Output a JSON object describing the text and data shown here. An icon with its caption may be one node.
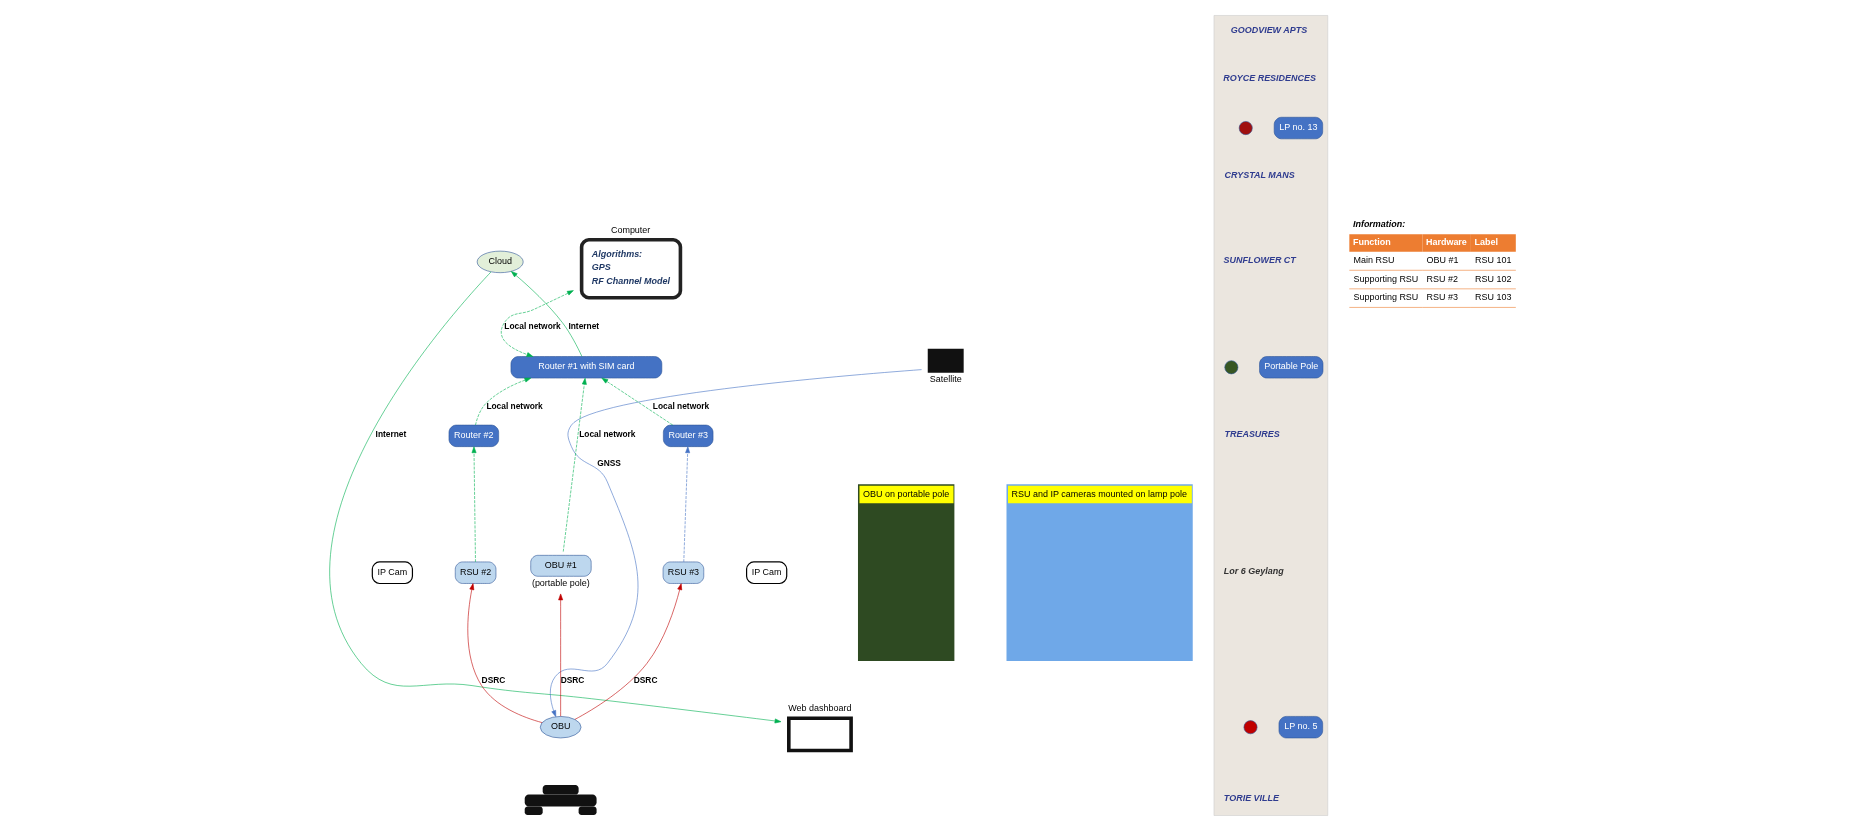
{
  "diagram": {
    "nodes": [
      {
        "text": [
          "Computer",
          "Algorithms:",
          "GPS",
          "RF Channel Model"
        ]
      },
      {
        "text": [
          "Cloud"
        ]
      },
      {
        "text": [
          "Satellite"
        ]
      },
      {
        "text": [
          "Router #1 with SIM card"
        ]
      },
      {
        "text": [
          "Router #2"
        ]
      },
      {
        "text": [
          "OBU #1"
        ],
        "beside": [
          "(portable pole)"
        ]
      },
      {
        "text": [
          "Router #3"
        ]
      },
      {
        "text": [
          "RSU #2"
        ]
      },
      {
        "text": [
          "IP Cam"
        ]
      },
      {
        "text": [
          "RSU #3"
        ]
      },
      {
        "text": [
          "IP Cam"
        ]
      },
      {
        "text": [
          "OBU"
        ]
      },
      {
        "text": [
          "Web dashboard"
        ]
      },
      {
        "text": [],
        "shape": "picture"
      },
      {
        "text": [
          "OBU on portable pole"
        ]
      },
      {
        "text": [
          "RSU and IP cameras mounted on lamp pole"
        ]
      },
      {
        "text": [],
        "shape": "picture"
      },
      {
        "text": [],
        "shape": "circle",
        "in": 16
      },
      {
        "text": [],
        "shape": "circle",
        "in": 16
      },
      {
        "text": [],
        "shape": "circle",
        "in": 16
      },
      {
        "text": [
          "LP no. 13"
        ],
        "in": 16
      },
      {
        "text": [
          "Portable Pole"
        ],
        "in": 16
      },
      {
        "text": [
          "LP no. 5"
        ],
        "in": 16
      }
    ],
    "edges": [
      {
        "from": 0,
        "to": 3,
        "arrow": "both",
        "style": "dashed",
        "label": "Local network"
      },
      {
        "from": 3,
        "to": 1,
        "arrow": "to",
        "label": "Internet"
      },
      {
        "from": 1,
        "to": 12,
        "arrow": "to",
        "label": "Internet"
      },
      {
        "from": 4,
        "to": 3,
        "arrow": "to",
        "style": "dashed",
        "label": "Local network"
      },
      {
        "from": 5,
        "to": 3,
        "arrow": "to",
        "style": "dashed",
        "label": "Local network"
      },
      {
        "from": 6,
        "to": 3,
        "arrow": "to",
        "style": "dashed",
        "label": "Local network"
      },
      {
        "from": 7,
        "to": 4,
        "arrow": "to",
        "style": "dashed"
      },
      {
        "from": 9,
        "to": 6,
        "arrow": "to",
        "style": "dashed",
        "color": "#4472c4"
      },
      {
        "from": 2,
        "to": 11,
        "arrow": "to",
        "label": "GNSS",
        "color": "#4472c4"
      },
      {
        "from": 11,
        "to": 7,
        "arrow": "to",
        "label": "DSRC",
        "color": "#c00000"
      },
      {
        "from": 11,
        "to": 5,
        "arrow": "to",
        "label": "DSRC",
        "color": "#c00000"
      },
      {
        "from": 11,
        "to": 9,
        "arrow": "to",
        "label": "DSRC",
        "color": "#c00000"
      }
    ],
    "labels": [
      "Information:",
      "Function",
      "Hardware",
      "Label",
      "Main RSU",
      "OBU #1",
      "RSU 101",
      "Supporting RSU",
      "RSU #2",
      "RSU 102",
      "Supporting RSU",
      "RSU #3",
      "RSU 103",
      "GOODVIEW APTS",
      "ROYCE RESIDENCES",
      "CRYSTAL MANS",
      "SUNFLOWER CT",
      "TREASURES",
      "Lor 6 Geylang",
      "TORIE VILLE"
    ]
  }
}
